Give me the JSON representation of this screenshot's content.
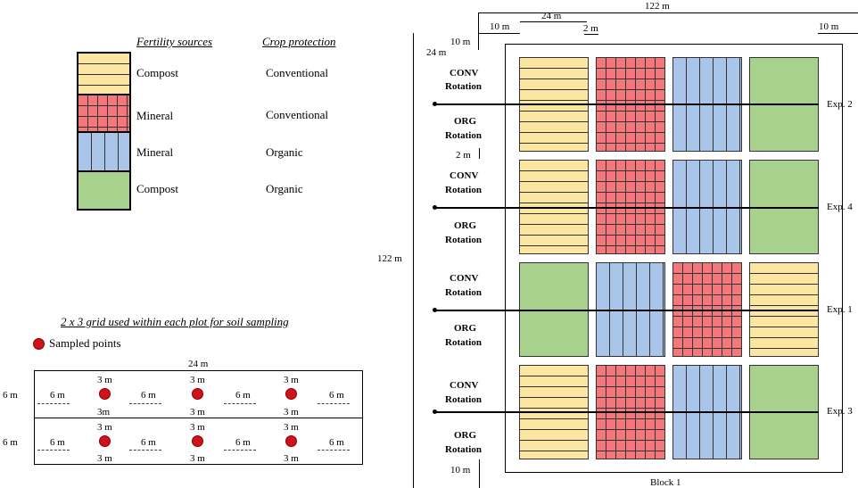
{
  "legend": {
    "header_fertility": "Fertility sources",
    "header_protection": "Crop protection",
    "rows": [
      {
        "fertility": "Compost",
        "protection": "Conventional",
        "pattern": "yellow-horizontal",
        "color": "#fbe7a1"
      },
      {
        "fertility": "Mineral",
        "protection": "Conventional",
        "pattern": "red-grid",
        "color": "#f4777b"
      },
      {
        "fertility": "Mineral",
        "protection": "Organic",
        "pattern": "blue-vertical",
        "color": "#a9c5e9"
      },
      {
        "fertility": "Compost",
        "protection": "Organic",
        "pattern": "green-solid",
        "color": "#a9d18e"
      }
    ]
  },
  "sampling": {
    "title": "2 x 3 grid used within each plot for soil sampling",
    "point_label": "Sampled points",
    "width_label": "24 m",
    "row_height_label": "6 m",
    "gap_label": "6 m",
    "row1_top": [
      "3 m",
      "3 m",
      "3 m"
    ],
    "row1_bottom": [
      "3m",
      "3 m",
      "3 m"
    ],
    "row2_top": [
      "3 m",
      "3 m",
      "3 m"
    ],
    "row2_bottom": [
      "3 m",
      "3 m",
      "3 m"
    ]
  },
  "field": {
    "dim_total_width": "122 m",
    "dim_plot_width": "24 m",
    "dim_margin_left": "10 m",
    "dim_gap": "2 m",
    "dim_margin_right": "10 m",
    "dim_margin_top": "10 m",
    "dim_plot_height": "24 m",
    "dim_total_height": "122 m",
    "dim_exp_gap": "2 m",
    "dim_margin_bottom": "10 m",
    "block_label": "Block 1",
    "conv_label_1": "CONV",
    "conv_label_2": "Rotation",
    "org_label_1": "ORG",
    "org_label_2": "Rotation",
    "experiments": [
      {
        "label": "Exp. 2",
        "plots": [
          "yellow",
          "red",
          "blue",
          "green"
        ]
      },
      {
        "label": "Exp. 4",
        "plots": [
          "yellow",
          "red",
          "blue",
          "green"
        ]
      },
      {
        "label": "Exp. 1",
        "plots": [
          "green",
          "blue",
          "red",
          "yellow"
        ]
      },
      {
        "label": "Exp. 3",
        "plots": [
          "yellow",
          "red",
          "blue",
          "green"
        ]
      }
    ]
  }
}
